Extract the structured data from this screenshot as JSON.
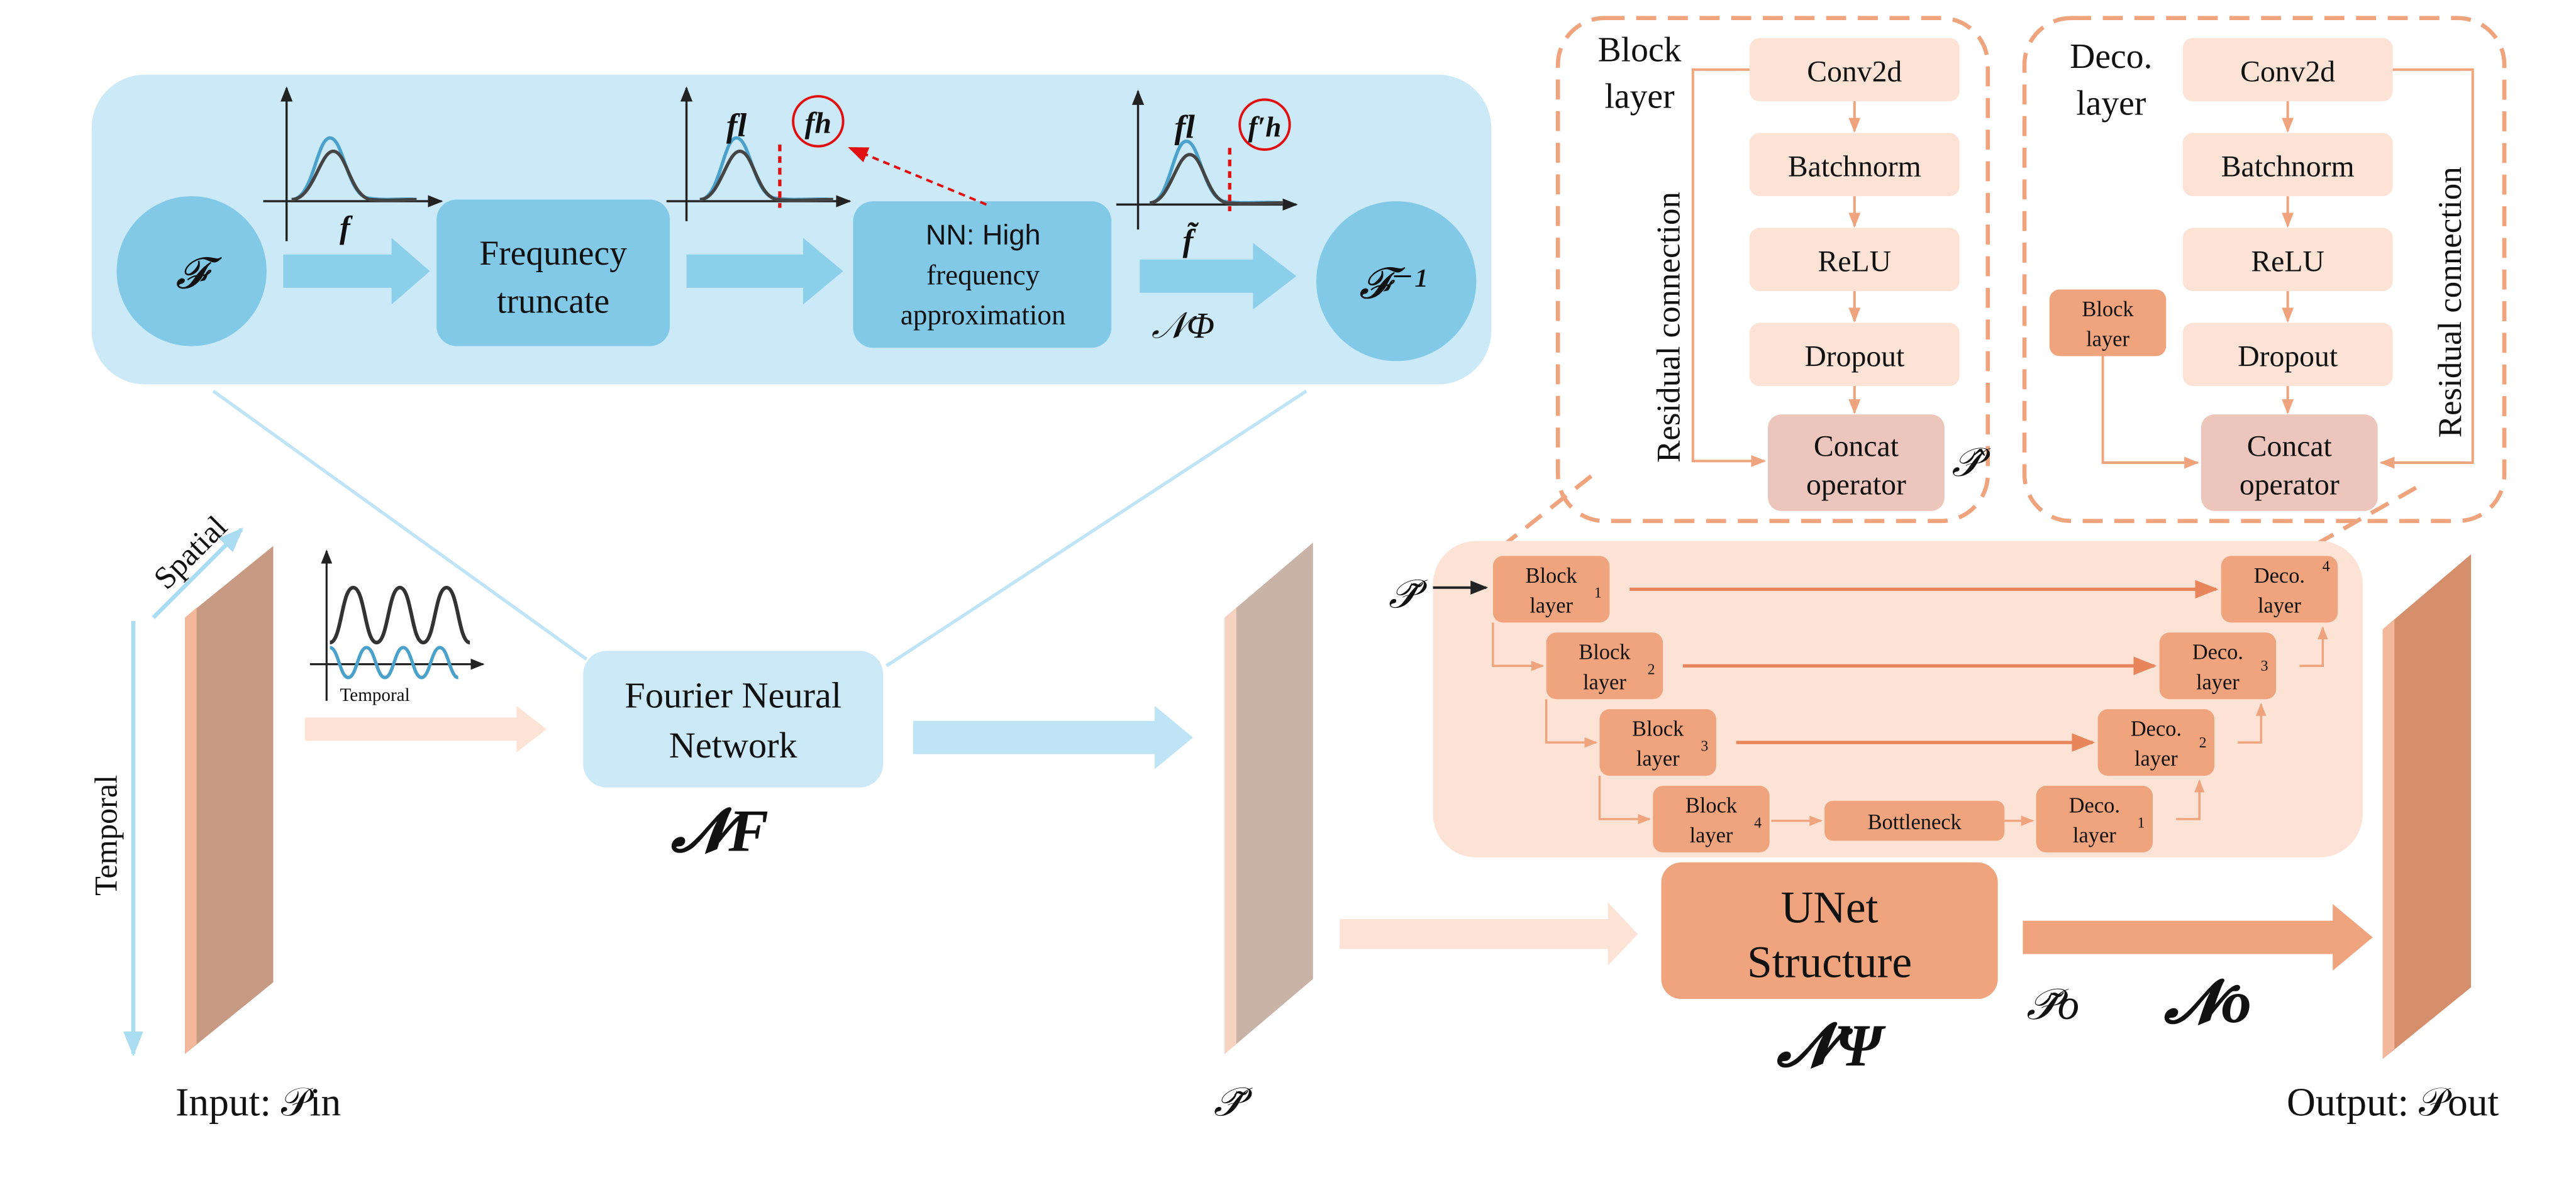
{
  "fft": {
    "forward_label": "𝓕",
    "inverse_label": "𝓕⁻¹",
    "truncate_line1": "Frequnecy",
    "truncate_line2": "truncate",
    "nn_line1": "NN: High",
    "nn_line2": "frequency",
    "nn_line3": "approximation",
    "nn_symbol": "𝒩Φ",
    "plot1_axis": "f",
    "plot2_low": "fl",
    "plot2_high": "fh",
    "plot3_axis": "f̃",
    "plot3_low": "fl",
    "plot3_high": "f′h"
  },
  "input": {
    "spatial_label": "Spatial",
    "temporal_label": "Temporal",
    "signal_axis_label": "Temporal",
    "caption": "Input: 𝒫in"
  },
  "fnn": {
    "line1": "Fourier Neural",
    "line2": "Network",
    "symbol": "𝓝F"
  },
  "mid": {
    "caption": "𝒫̃"
  },
  "block_detail": {
    "title_line1": "Block",
    "title_line2": "layer",
    "residual_label": "Residual connection",
    "layers": [
      "Conv2d",
      "Batchnorm",
      "ReLU",
      "Dropout"
    ],
    "concat_line1": "Concat",
    "concat_line2": "operator",
    "output_symbol": "𝒫̂"
  },
  "deco_detail": {
    "title_line1": "Deco.",
    "title_line2": "layer",
    "residual_label": "Residual connection",
    "layers": [
      "Conv2d",
      "Batchnorm",
      "ReLU",
      "Dropout"
    ],
    "side_line1": "Block",
    "side_line2": "layer",
    "concat_line1": "Concat",
    "concat_line2": "operator"
  },
  "unet": {
    "input_symbol": "𝒫̃",
    "encoder": [
      {
        "l1": "Block",
        "l2": "layer",
        "idx": "1"
      },
      {
        "l1": "Block",
        "l2": "layer",
        "idx": "2"
      },
      {
        "l1": "Block",
        "l2": "layer",
        "idx": "3"
      },
      {
        "l1": "Block",
        "l2": "layer",
        "idx": "4"
      }
    ],
    "decoder": [
      {
        "l1": "Deco.",
        "l2": "layer",
        "idx": "4"
      },
      {
        "l1": "Deco.",
        "l2": "layer",
        "idx": "3"
      },
      {
        "l1": "Deco.",
        "l2": "layer",
        "idx": "2"
      },
      {
        "l1": "Deco.",
        "l2": "layer",
        "idx": "1"
      }
    ],
    "bottleneck": "Bottleneck",
    "structure_line1": "UNet",
    "structure_line2": "Structure",
    "psi_symbol": "𝓝Ψ",
    "po_symbol": "𝒫̃o",
    "no_symbol": "𝓝o"
  },
  "output": {
    "caption": "Output: 𝒫out"
  },
  "colors": {
    "blue_panel": "#cce9f7",
    "blue_box": "#82c9e8",
    "blue_arrow": "#8ccfeb",
    "salmon_box": "#f0a47d",
    "salmon_panel": "#fde3d5",
    "salmon_light": "#fce3d6",
    "dashed_border": "#f0a47d",
    "concat_box": "#ecc6bd",
    "slab_dark": "#c79a84",
    "slab_out": "#d68f6c",
    "red": "#e01010"
  }
}
